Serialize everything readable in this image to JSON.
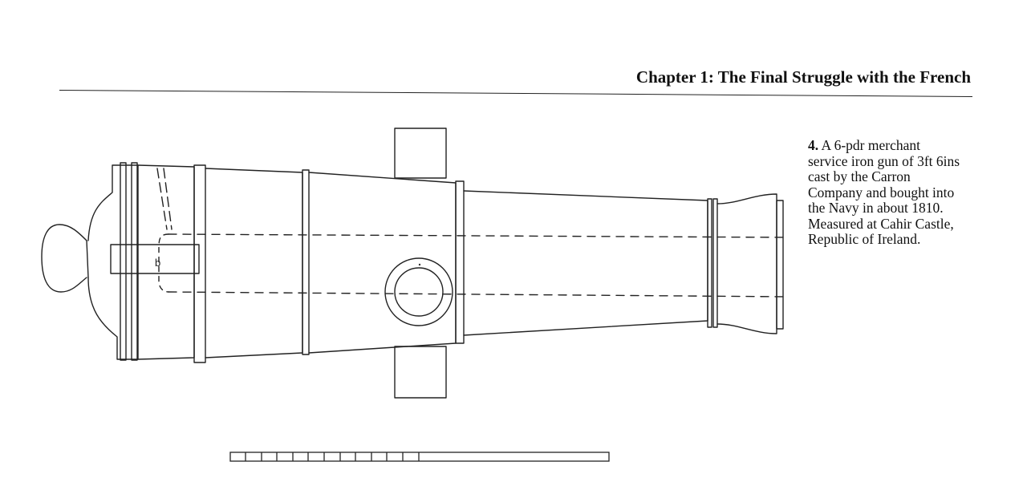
{
  "header": {
    "running_head": "Chapter 1: The Final Struggle with the French"
  },
  "figure": {
    "number": "4.",
    "caption_lines": [
      "A 6-pdr merchant",
      "service iron gun of 3ft 6ins",
      "cast by the Carron",
      "Company and bought into",
      "the Navy in about 1810.",
      "Measured at Cahir Castle,",
      "Republic of Ireland."
    ],
    "drawing_label": "b"
  },
  "colors": {
    "ink": "#222222",
    "paper": "#ffffff"
  }
}
